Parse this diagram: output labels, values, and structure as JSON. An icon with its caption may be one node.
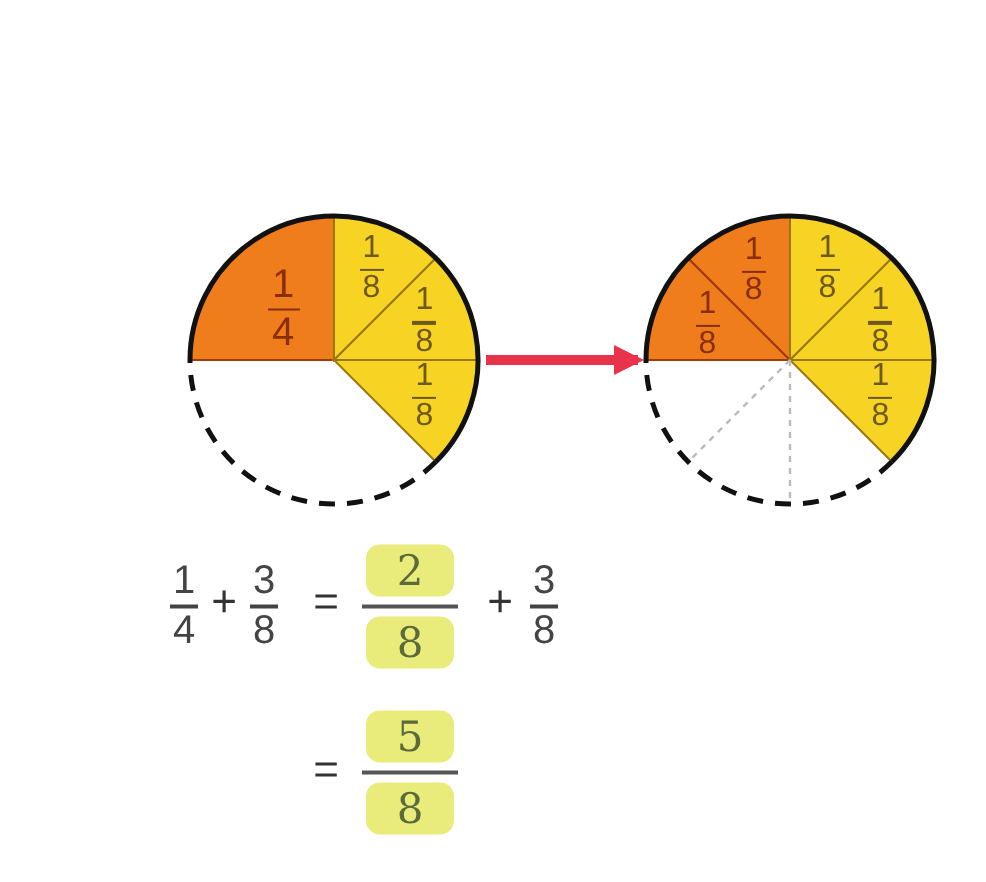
{
  "diagram": {
    "nodes": [
      {
        "text": [
          "1",
          "4",
          "1",
          "8",
          "1",
          "8",
          "1",
          "8"
        ]
      },
      {
        "text": [
          "1",
          "8",
          "1",
          "8",
          "1",
          "8",
          "1",
          "8",
          "1",
          "8"
        ]
      }
    ],
    "edges": [
      {
        "from": 0,
        "to": 1,
        "arrow": "to",
        "color": "#e8334a"
      }
    ],
    "labels": [
      "1",
      "4",
      "+",
      "3",
      "8",
      "=",
      "2",
      "8",
      "+",
      "3",
      "8",
      "=",
      "5",
      "8"
    ]
  }
}
